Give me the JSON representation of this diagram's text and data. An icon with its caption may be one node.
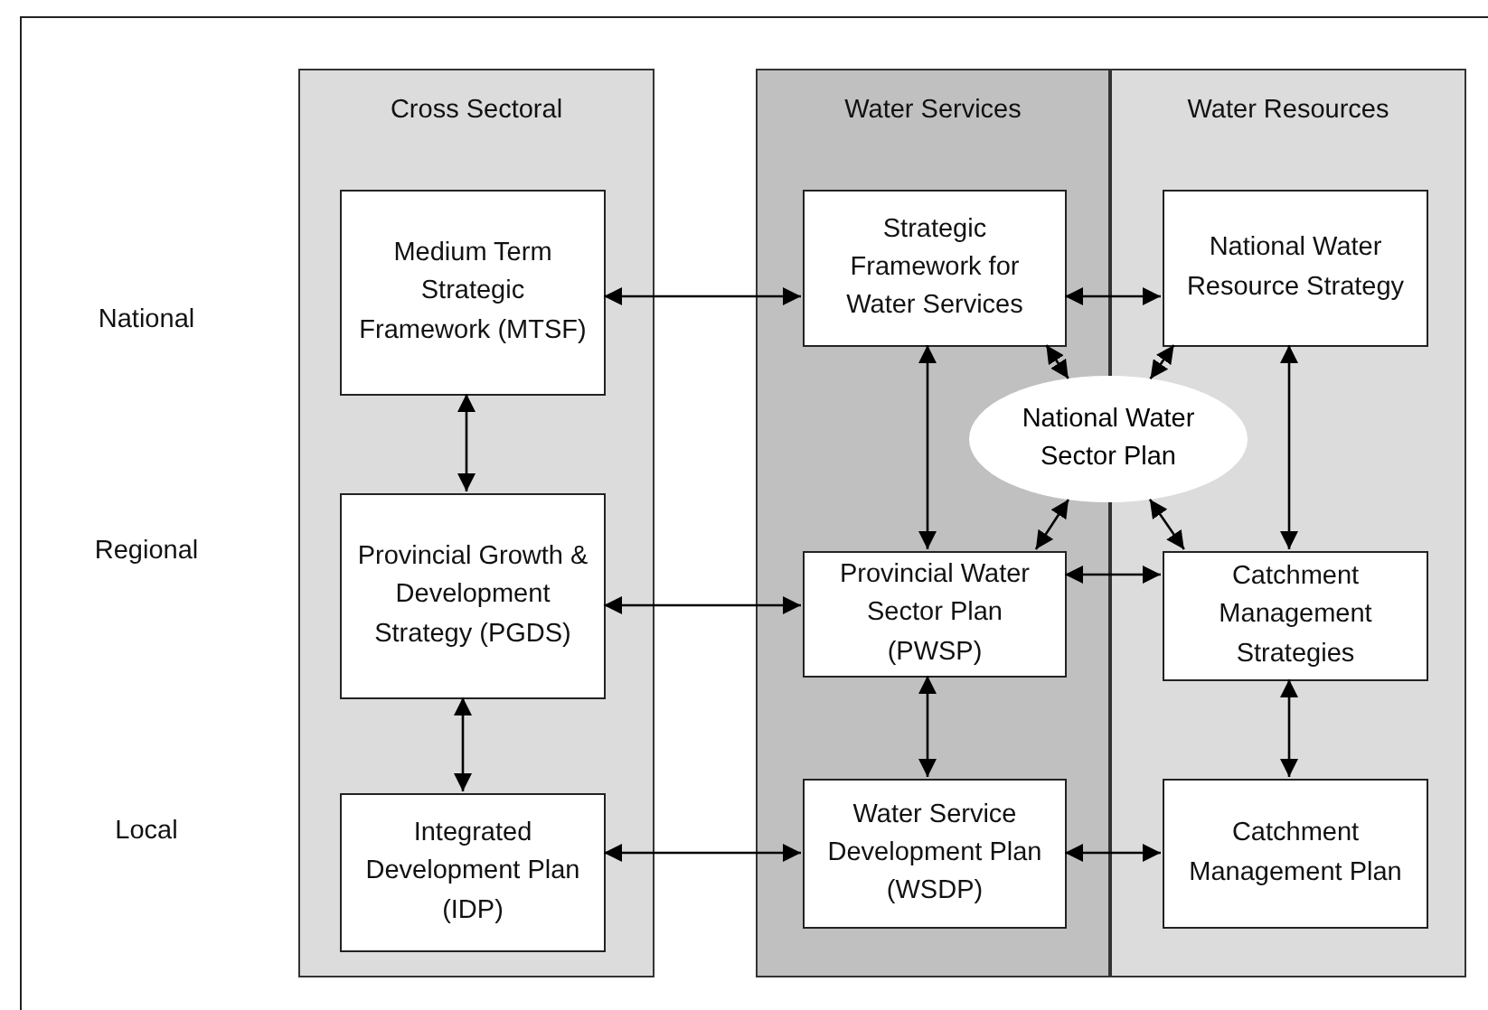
{
  "diagram": {
    "nodes": [
      {
        "text": [
          "Cross Sectoral"
        ]
      },
      {
        "text": [
          "Water Services"
        ]
      },
      {
        "text": [
          "Water Resources"
        ]
      },
      {
        "text": [
          "Medium Term Strategic Framework (MTSF)"
        ],
        "in": 0
      },
      {
        "text": [
          "Provincial Growth & Development Strategy (PGDS)"
        ],
        "in": 0
      },
      {
        "text": [
          "Integrated Development Plan (IDP)"
        ],
        "in": 0
      },
      {
        "text": [
          "Strategic Framework for Water Services"
        ],
        "in": 1
      },
      {
        "text": [
          "Provincial Water Sector Plan (PWSP)"
        ],
        "in": 1
      },
      {
        "text": [
          "Water Service Development Plan (WSDP)"
        ],
        "in": 1
      },
      {
        "text": [
          "National Water Resource Strategy"
        ],
        "in": 2
      },
      {
        "text": [
          "Catchment Management Strategies"
        ],
        "in": 2
      },
      {
        "text": [
          "Catchment Management Plan"
        ],
        "in": 2
      },
      {
        "text": [
          "National Water Sector Plan"
        ]
      }
    ],
    "edges": [
      {
        "from": 3,
        "to": 6,
        "arrow": "both"
      },
      {
        "from": 6,
        "to": 9,
        "arrow": "both"
      },
      {
        "from": 4,
        "to": 7,
        "arrow": "both"
      },
      {
        "from": 7,
        "to": 10,
        "arrow": "both"
      },
      {
        "from": 5,
        "to": 8,
        "arrow": "both"
      },
      {
        "from": 8,
        "to": 11,
        "arrow": "both"
      },
      {
        "from": 3,
        "to": 4,
        "arrow": "both"
      },
      {
        "from": 4,
        "to": 5,
        "arrow": "both"
      },
      {
        "from": 6,
        "to": 7,
        "arrow": "both"
      },
      {
        "from": 7,
        "to": 8,
        "arrow": "both"
      },
      {
        "from": 9,
        "to": 10,
        "arrow": "both"
      },
      {
        "from": 10,
        "to": 11,
        "arrow": "both"
      },
      {
        "from": 6,
        "to": 12,
        "arrow": "both"
      },
      {
        "from": 9,
        "to": 12,
        "arrow": "both"
      },
      {
        "from": 7,
        "to": 12,
        "arrow": "both"
      },
      {
        "from": 10,
        "to": 12,
        "arrow": "both"
      }
    ],
    "labels": [
      "National",
      "Regional",
      "Local"
    ]
  }
}
